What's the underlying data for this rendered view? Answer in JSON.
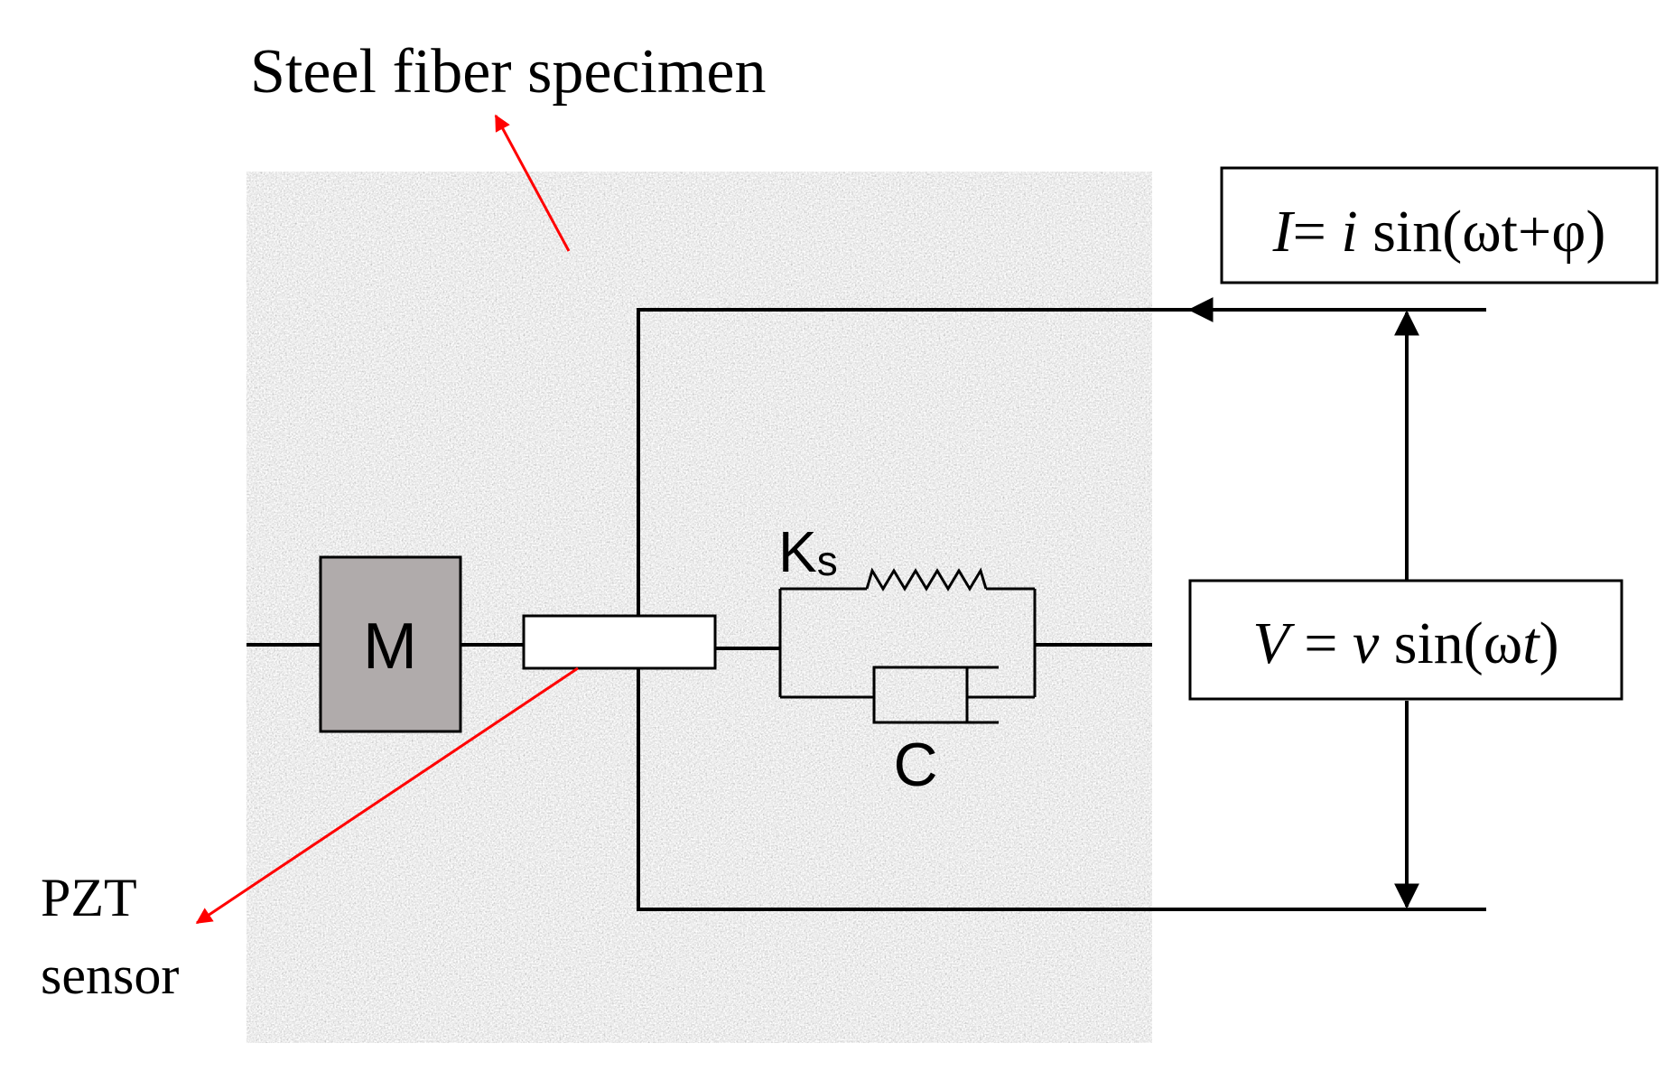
{
  "labels": {
    "specimen": "Steel fiber specimen",
    "sensor_line1": "PZT",
    "sensor_line2": "sensor",
    "mass": "M",
    "spring_main": "K",
    "spring_sub": "s",
    "damper": "C"
  },
  "equations": {
    "current": {
      "var": "I",
      "eq": "= ",
      "amp": "i",
      "fn": " sin(ωt+φ)"
    },
    "voltage": {
      "var": "V",
      "eq": " = ",
      "amp": "v",
      "fn_open": " sin(ω",
      "t": "t",
      "close": ")"
    }
  },
  "colors": {
    "pointer_arrow": "#ff0000",
    "mass_fill": "#b0abab",
    "specimen_base": "#c9c9c9"
  }
}
